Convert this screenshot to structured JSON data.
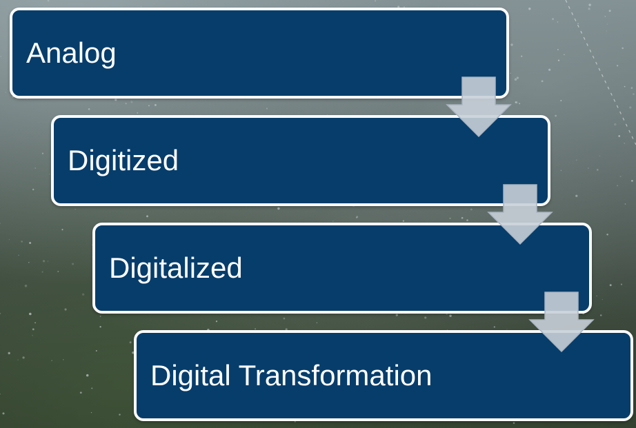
{
  "diagram": {
    "stages": [
      {
        "label": "Analog"
      },
      {
        "label": "Digitized"
      },
      {
        "label": "Digitalized"
      },
      {
        "label": "Digital Transformation"
      }
    ],
    "colors": {
      "box_fill": "#063d6b",
      "box_border": "#ffffff",
      "arrow_fill": "#c8cfd8",
      "text": "#ffffff"
    },
    "icons": {
      "connector": "down-arrow-icon"
    }
  }
}
